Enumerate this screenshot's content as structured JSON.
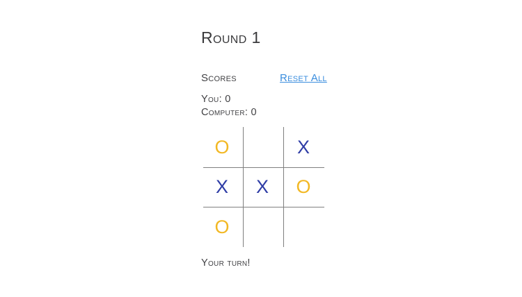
{
  "app": {
    "title": "Round 1",
    "background_color": "#ffffff",
    "text_color": "#3a3a3c"
  },
  "scores": {
    "heading": "Scores",
    "reset_label": "Reset All",
    "reset_color": "#3a8dde",
    "you_label": "You: 0",
    "computer_label": "Computer: 0",
    "you_name": "You",
    "you_value": "0",
    "computer_name": "Computer",
    "computer_value": "0"
  },
  "board": {
    "grid_color": "#7f7f7f",
    "x_color": "#2f3da6",
    "o_color": "#f2b824",
    "rows": [
      [
        "O",
        "",
        "X"
      ],
      [
        "X",
        "X",
        "O"
      ],
      [
        "O",
        "",
        ""
      ]
    ],
    "cells": [
      {
        "id": "cell-0-0",
        "mark": "O"
      },
      {
        "id": "cell-0-1",
        "mark": ""
      },
      {
        "id": "cell-0-2",
        "mark": "X"
      },
      {
        "id": "cell-1-0",
        "mark": "X"
      },
      {
        "id": "cell-1-1",
        "mark": "X"
      },
      {
        "id": "cell-1-2",
        "mark": "O"
      },
      {
        "id": "cell-2-0",
        "mark": "O"
      },
      {
        "id": "cell-2-1",
        "mark": ""
      },
      {
        "id": "cell-2-2",
        "mark": ""
      }
    ]
  },
  "status": {
    "message": "Your turn!"
  }
}
